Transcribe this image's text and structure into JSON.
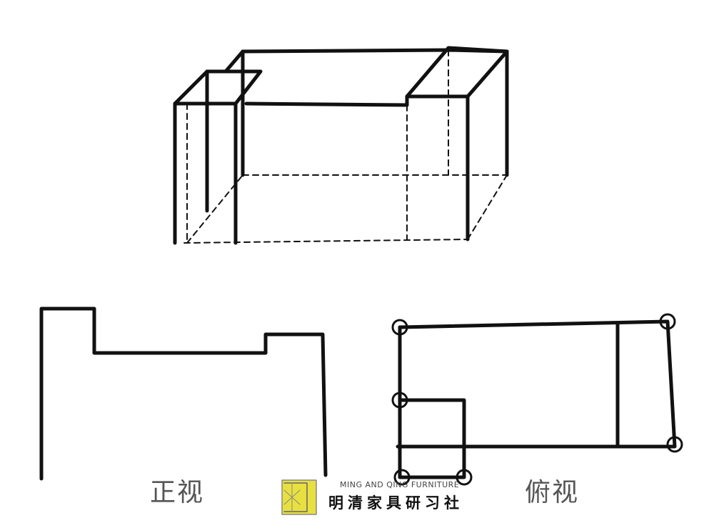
{
  "labels": {
    "front_view": "正视",
    "top_view": "俯视"
  },
  "logo": {
    "english": "MING AND QING FURNITURE",
    "chinese": "明清家具研习社",
    "color": "#e8e040"
  }
}
